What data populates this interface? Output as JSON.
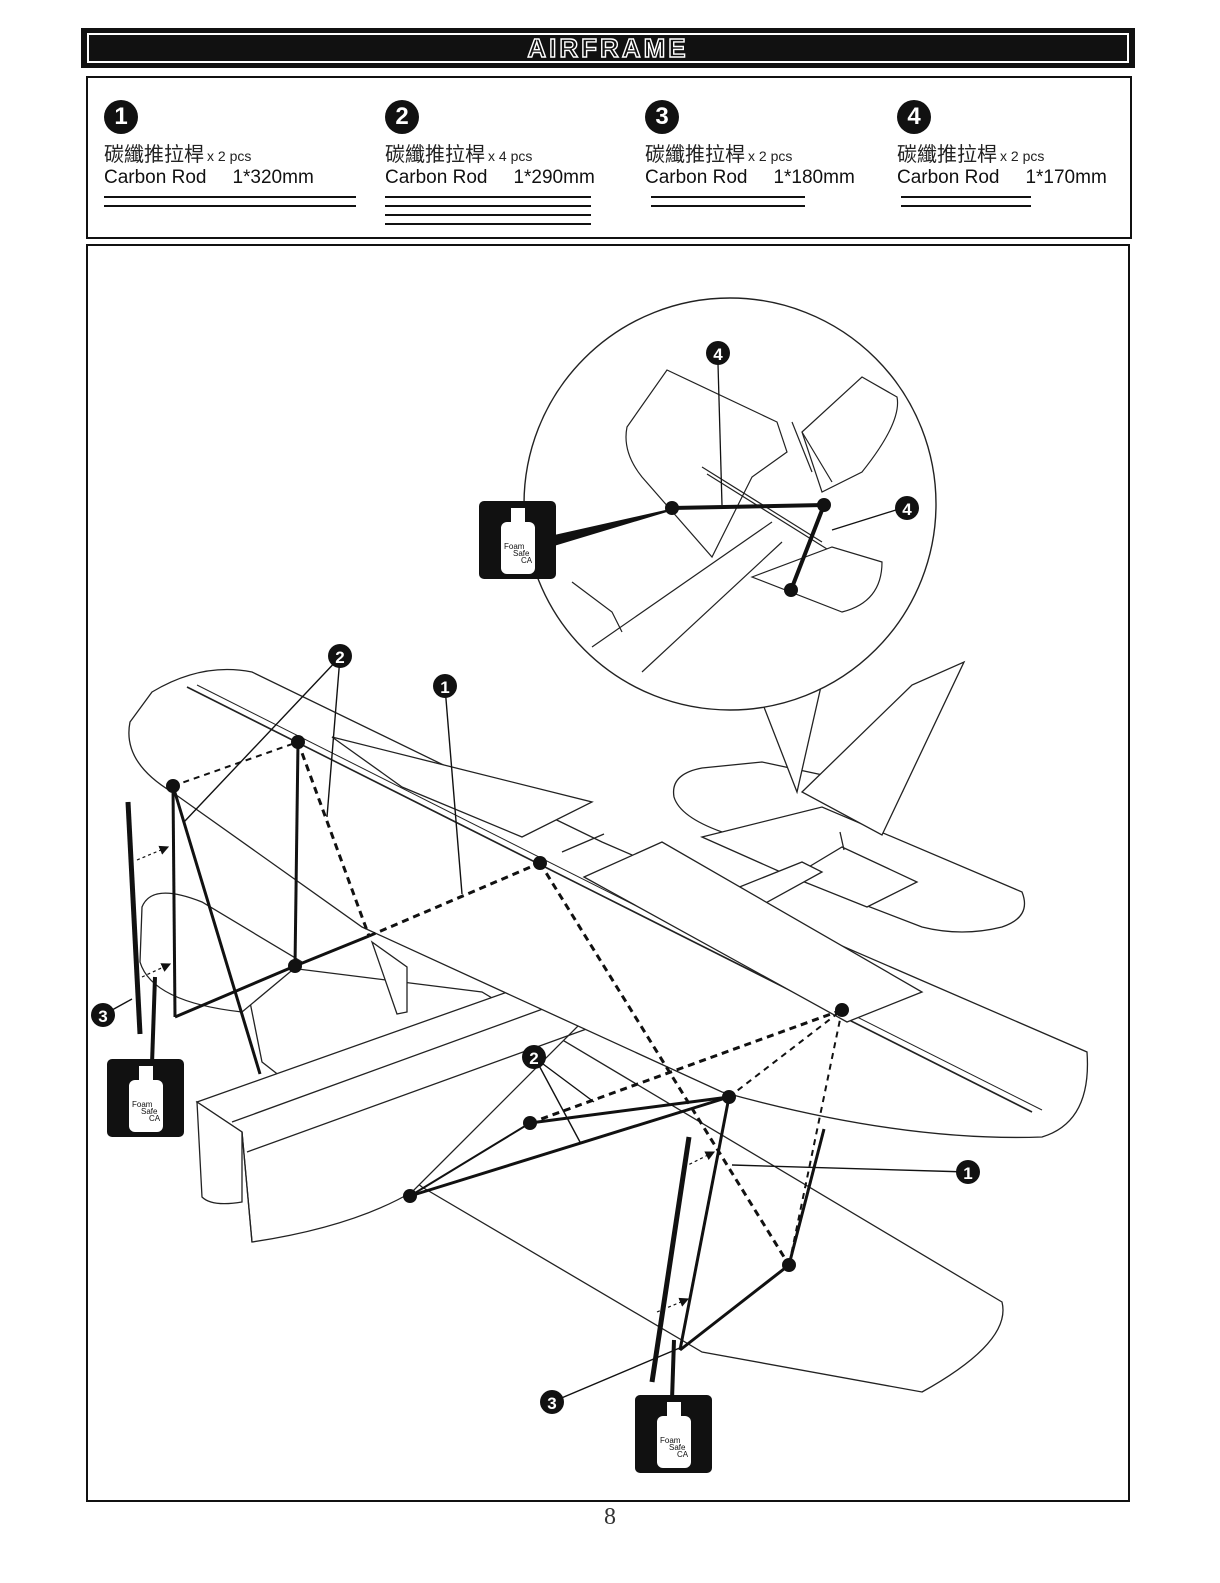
{
  "section_title": "AIRFRAME",
  "parts": [
    {
      "number": "1",
      "chinese_name": "碳纖推拉桿",
      "quantity": "x 2 pcs",
      "english_name": "Carbon Rod",
      "size": "1*320mm",
      "rod_count": 2
    },
    {
      "number": "2",
      "chinese_name": "碳纖推拉桿",
      "quantity": "x 4 pcs",
      "english_name": "Carbon Rod",
      "size": "1*290mm",
      "rod_count": 4
    },
    {
      "number": "3",
      "chinese_name": "碳纖推拉桿",
      "quantity": "x 2 pcs",
      "english_name": "Carbon Rod",
      "size": "1*180mm",
      "rod_count": 2
    },
    {
      "number": "4",
      "chinese_name": "碳纖推拉桿",
      "quantity": "x 2 pcs",
      "english_name": "Carbon Rod",
      "size": "1*170mm",
      "rod_count": 2
    }
  ],
  "glue_label": {
    "line1": "Foam",
    "line2": "Safe",
    "line3": "CA"
  },
  "callouts": {
    "one": "1",
    "two": "2",
    "three": "3",
    "four": "4"
  },
  "page_number": "8"
}
